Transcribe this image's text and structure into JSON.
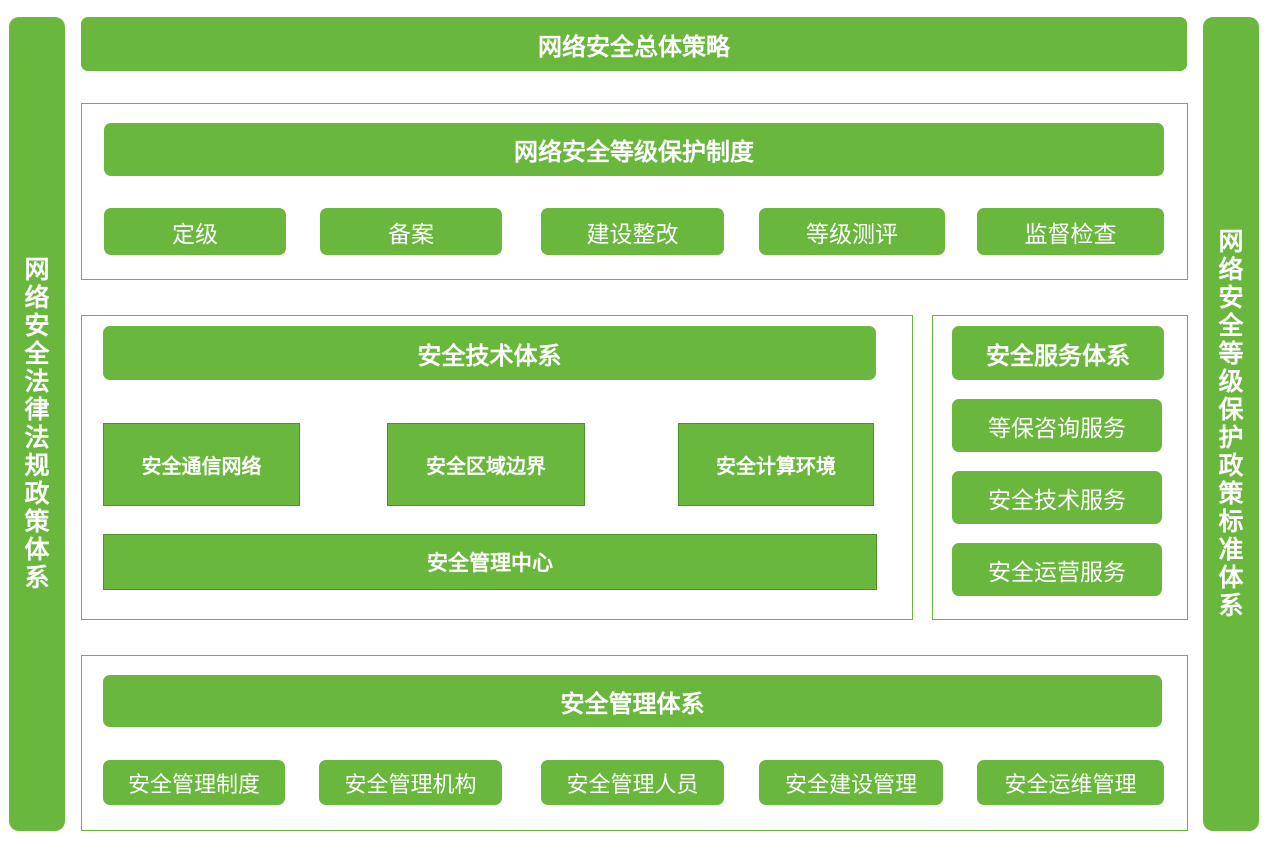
{
  "colors": {
    "accent_green": "#6ab73d",
    "text_on_green": "#ffffff",
    "frame_border": "#6ab73d"
  },
  "left_pillar": "网络安全法律法规政策体系",
  "right_pillar": "网络安全等级保护政策标准体系",
  "top_strategy": "网络安全总体策略",
  "protection_system": {
    "title": "网络安全等级保护制度",
    "steps": [
      "定级",
      "备案",
      "建设整改",
      "等级测评",
      "监督检查"
    ]
  },
  "technical_system": {
    "title": "安全技术体系",
    "components": [
      "安全通信网络",
      "安全区域边界",
      "安全计算环境"
    ],
    "center": "安全管理中心"
  },
  "service_system": {
    "title": "安全服务体系",
    "items": [
      "等保咨询服务",
      "安全技术服务",
      "安全运营服务"
    ]
  },
  "management_system": {
    "title": "安全管理体系",
    "items": [
      "安全管理制度",
      "安全管理机构",
      "安全管理人员",
      "安全建设管理",
      "安全运维管理"
    ]
  }
}
